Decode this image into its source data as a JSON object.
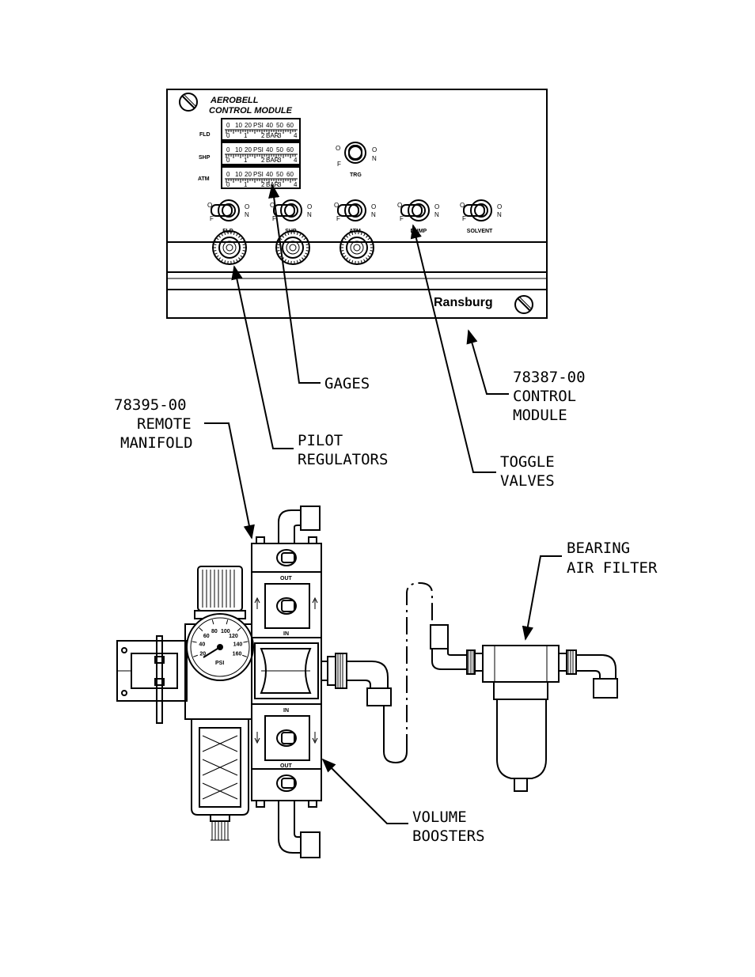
{
  "panel": {
    "title_line1": "AEROBELL",
    "title_line2": "CONTROL MODULE",
    "brand": "Ransburg",
    "gauge_labels": [
      "FLD",
      "SHP",
      "ATM"
    ],
    "gauge_scale_psi": [
      "0",
      "10",
      "20",
      "PSI",
      "40",
      "50",
      "60"
    ],
    "gauge_scale_bar": [
      "0",
      "1",
      "2",
      "BAR",
      "3",
      "4"
    ],
    "toggle_on": "O N",
    "toggle_off": "O F",
    "toggles": [
      "FLD",
      "SHP",
      "ATM",
      "DUMP",
      "SOLVENT"
    ],
    "trg_label": "TRG"
  },
  "callouts": {
    "gages": "GAGES",
    "control_module": [
      "78387-00",
      "CONTROL",
      "MODULE"
    ],
    "remote_manifold": [
      "78395-00",
      "REMOTE",
      "MANIFOLD"
    ],
    "pilot_regulators": [
      "PILOT",
      "REGULATORS"
    ],
    "toggle_valves": [
      "TOGGLE",
      "VALVES"
    ],
    "bearing_air_filter": [
      "BEARING",
      "AIR  FILTER"
    ],
    "volume_boosters": [
      "VOLUME",
      "BOOSTERS"
    ]
  },
  "manifold": {
    "port_out": "OUT",
    "port_in": "IN",
    "gauge_psi": "PSI",
    "gauge_ticks": [
      "20",
      "40",
      "60",
      "80",
      "100",
      "120",
      "140",
      "160"
    ]
  }
}
